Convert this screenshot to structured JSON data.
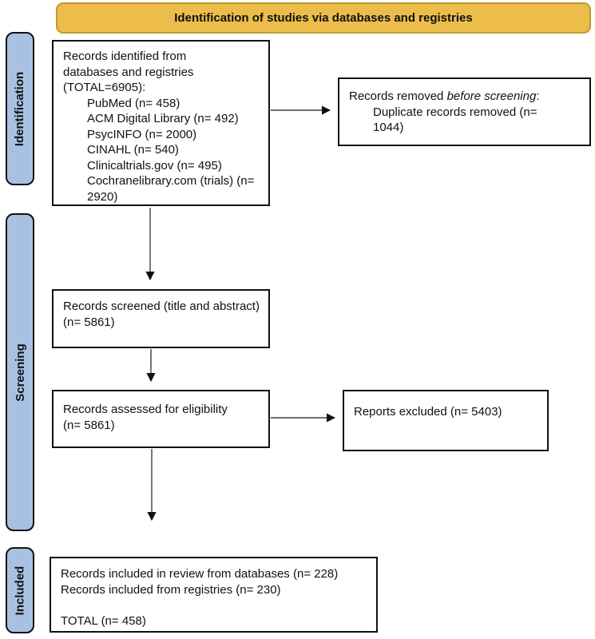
{
  "banner": {
    "title": "Identification of studies via databases and registries"
  },
  "stages": {
    "identification": "Identification",
    "screening": "Screening",
    "included": "Included"
  },
  "boxes": {
    "identified": {
      "intro": "Records identified from databases and registries (TOTAL=6905):",
      "items": [
        "PubMed (n= 458)",
        "ACM Digital Library (n= 492)",
        "PsycINFO (n= 2000)",
        "CINAHL (n= 540)",
        "Clinicaltrials.gov (n= 495)",
        "Cochranelibrary.com (trials) (n= 2920)"
      ]
    },
    "removed": {
      "prefix": "Records removed ",
      "emphasis": "before screening",
      "suffix": ":",
      "detail": "Duplicate records removed (n= 1044)"
    },
    "screened": {
      "line1": "Records screened (title and abstract)",
      "line2": "(n= 5861)"
    },
    "assessed": {
      "line1": "Records assessed for eligibility",
      "line2": "(n= 5861)"
    },
    "excluded": {
      "text": "Reports excluded (n= 5403)"
    },
    "included": {
      "line1": "Records included in review from databases (n= 228)",
      "line2": "Records included from registries (n= 230)",
      "total": "TOTAL (n= 458)"
    }
  },
  "colors": {
    "banner_fill": "#ECBD4A",
    "banner_border": "#C2992E",
    "stage_fill": "#A7C1E2",
    "box_border": "#111111",
    "arrow": "#3d3d3d"
  }
}
